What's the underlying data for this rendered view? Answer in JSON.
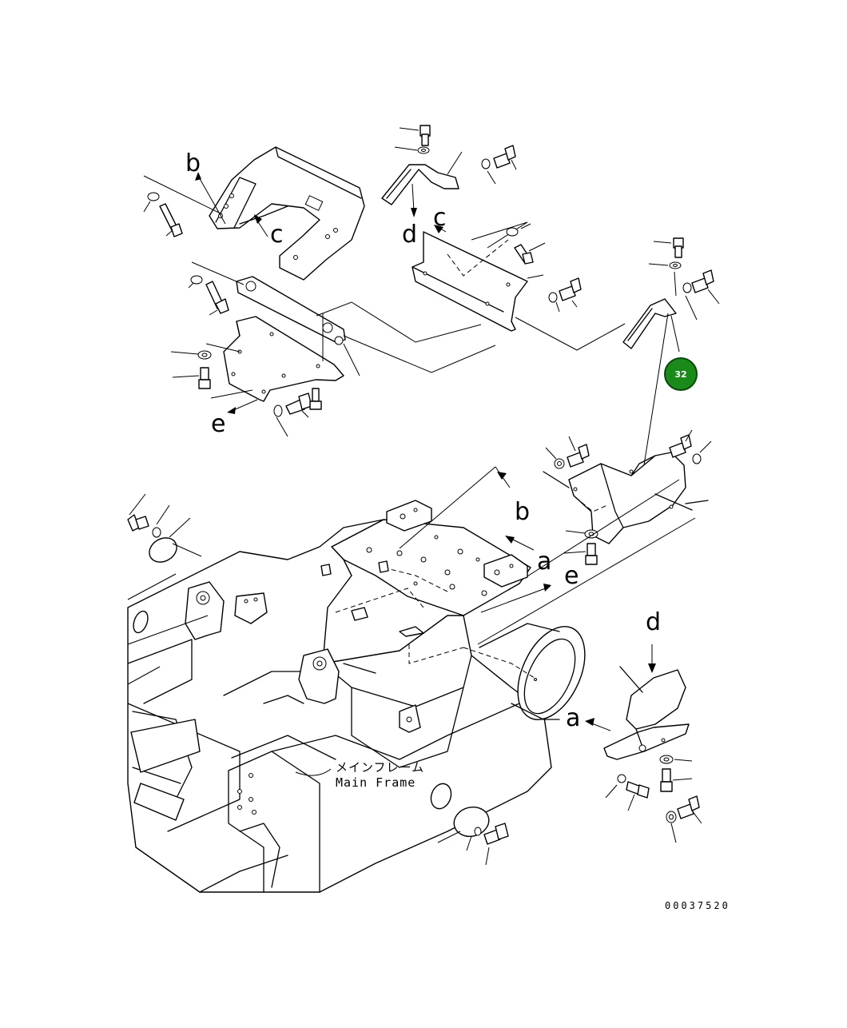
{
  "diagram": {
    "reference_letters": {
      "b_top": "b",
      "c_left": "c",
      "d_top": "d",
      "c_top": "c",
      "e_left": "e",
      "b_lower": "b",
      "a_mid": "a",
      "e_mid": "e",
      "d_lower": "d",
      "a_lower": "a"
    },
    "main_frame_label_jp": "メインフレーム",
    "main_frame_label_en": "Main Frame",
    "drawing_code": "00037520",
    "callout_badge": {
      "number": "32",
      "color": "#1a8a1a"
    }
  }
}
